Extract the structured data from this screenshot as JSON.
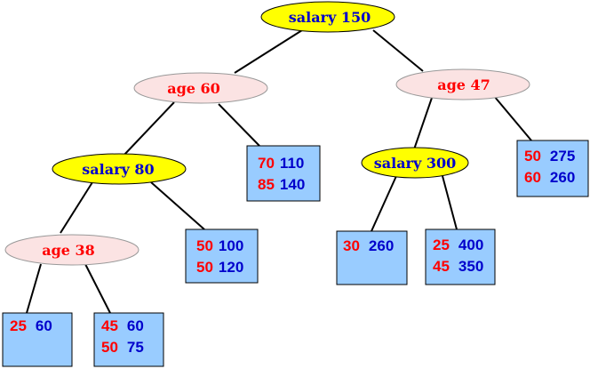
{
  "colors": {
    "salary_node_fill": "#ffff00",
    "age_node_fill": "#fbe3e3",
    "leaf_fill": "#99ccff",
    "age_value_text": "#ff0000",
    "salary_value_text": "#0000cc",
    "edge": "#000000"
  },
  "tree": {
    "root": {
      "label": "salary 150"
    },
    "age60": {
      "label": "age 60"
    },
    "age47": {
      "label": "age 47"
    },
    "salary80": {
      "label": "salary  80"
    },
    "salary300": {
      "label": "salary  300"
    },
    "age38": {
      "label": "age  38"
    }
  },
  "leaves": {
    "leaf_25_60": [
      {
        "age": "25",
        "salary": "60"
      }
    ],
    "leaf_45_50": [
      {
        "age": "45",
        "salary": "60"
      },
      {
        "age": "50",
        "salary": "75"
      }
    ],
    "leaf_50_50": [
      {
        "age": "50",
        "salary": "100"
      },
      {
        "age": "50",
        "salary": "120"
      }
    ],
    "leaf_70_85": [
      {
        "age": "70",
        "salary": "110"
      },
      {
        "age": "85",
        "salary": "140"
      }
    ],
    "leaf_30": [
      {
        "age": "30",
        "salary": "260"
      }
    ],
    "leaf_25_45": [
      {
        "age": "25",
        "salary": "400"
      },
      {
        "age": "45",
        "salary": "350"
      }
    ],
    "leaf_50_60": [
      {
        "age": "50",
        "salary": "275"
      },
      {
        "age": "60",
        "salary": "260"
      }
    ]
  }
}
